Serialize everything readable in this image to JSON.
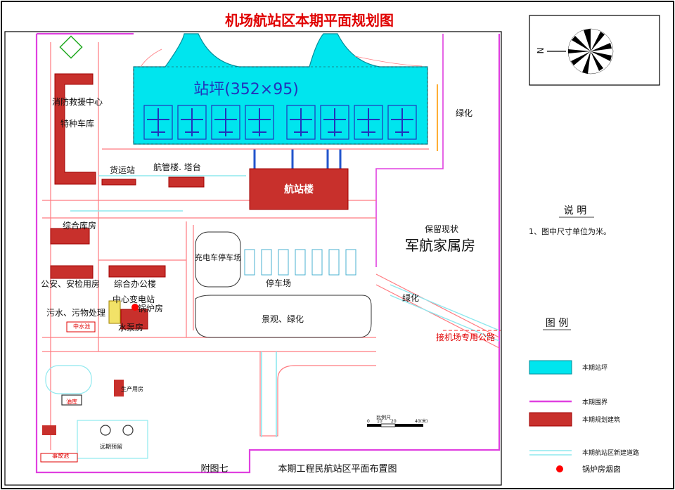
{
  "title": "机场航站区本期平面规划图",
  "apron_label": "站坪(352×95)",
  "buildings": {
    "fire_rescue": "消防救援中心",
    "special_garage": "特种车库",
    "cargo": "货运站",
    "atc_tower": "航管楼. 塔台",
    "terminal": "航站楼",
    "warehouse": "综合库房",
    "police": "公安、安检用房",
    "office": "综合办公楼",
    "substation": "中心变电站",
    "boiler": "锅炉房",
    "sewage": "污水、污物处理",
    "pump": "水泵房",
    "charging": "充电车停车场",
    "parking": "停车场",
    "landscape": "景观、绿化",
    "keep": "保留现状",
    "military": "军航家属房",
    "green1": "绿化",
    "green2": "绿化",
    "airport_road": "接机场专用公路",
    "small_a": "中水池",
    "small_b": "生产用房",
    "small_c": "油库",
    "small_d": "事故池",
    "small_e": "远期预留"
  },
  "notes": {
    "heading": "说  明",
    "item1": "1、图中尺寸单位为米。"
  },
  "legend": {
    "heading": "图  例",
    "items": [
      {
        "label": "本期站坪",
        "color": "#00e5ee"
      },
      {
        "label": "本期围界",
        "color": "#e040e0"
      },
      {
        "label": "本期规划建筑",
        "color": "#c8302c"
      },
      {
        "label": "本期航站区新建道路",
        "color": "#8ee8ee"
      },
      {
        "label": "锅炉房烟囱",
        "color": "#ff0000"
      }
    ]
  },
  "scale_label": "比例尺",
  "scale_ticks": [
    "0",
    "10",
    "20",
    "40(米)"
  ],
  "north_label": "N",
  "footer_left": "附图七",
  "footer_caption": "本期工程民航站区平面布置图"
}
